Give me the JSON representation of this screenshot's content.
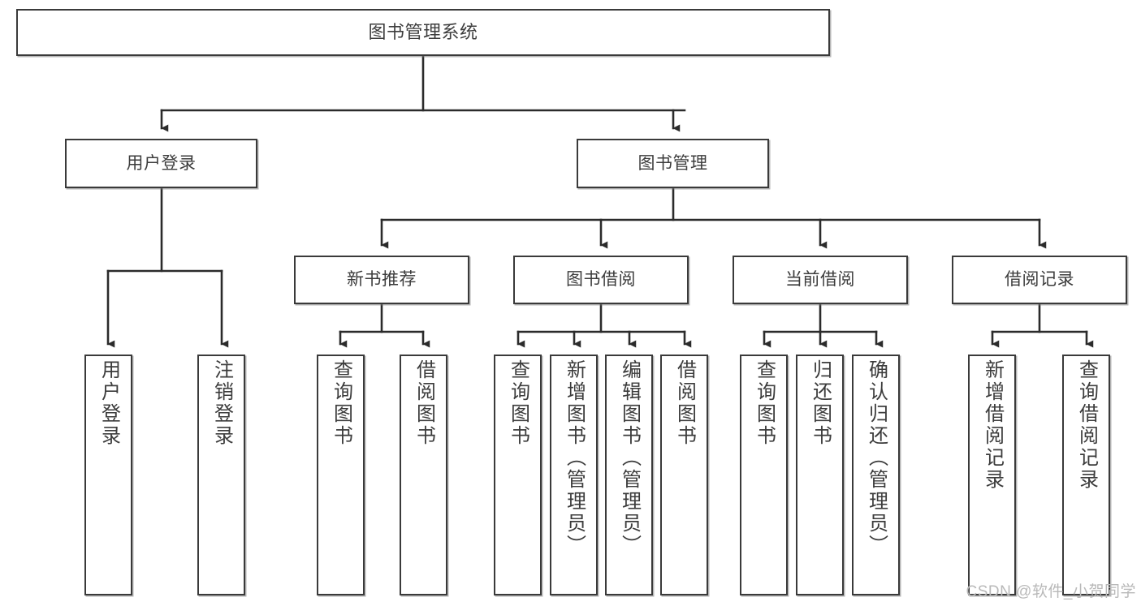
{
  "diagram": {
    "title": "图书管理系统",
    "type": "tree",
    "colors": {
      "box_border": "#3a3a3a",
      "box_fill": "#ffffff",
      "connector": "#2b2b2b",
      "text": "#3c3c3c",
      "watermark": "#b9b9b9"
    },
    "root": {
      "label": "图书管理系统"
    },
    "level2": [
      {
        "label": "用户登录"
      },
      {
        "label": "图书管理"
      }
    ],
    "level3": [
      {
        "label": "新书推荐"
      },
      {
        "label": "图书借阅"
      },
      {
        "label": "当前借阅"
      },
      {
        "label": "借阅记录"
      }
    ],
    "leaves": {
      "user_login": [
        {
          "label": "用户登录"
        },
        {
          "label": "注销登录"
        }
      ],
      "new_book_recommend": [
        {
          "label": "查询图书"
        },
        {
          "label": "借阅图书"
        }
      ],
      "book_borrow": [
        {
          "label": "查询图书"
        },
        {
          "label": "新增图书（管理员）"
        },
        {
          "label": "编辑图书（管理员）"
        },
        {
          "label": "借阅图书"
        }
      ],
      "current_borrow": [
        {
          "label": "查询图书"
        },
        {
          "label": "归还图书"
        },
        {
          "label": "确认归还（管理员）"
        }
      ],
      "borrow_records": [
        {
          "label": "新增借阅记录"
        },
        {
          "label": "查询借阅记录"
        }
      ]
    }
  },
  "watermark": {
    "text": "CSDN @软件_小贺同学"
  }
}
